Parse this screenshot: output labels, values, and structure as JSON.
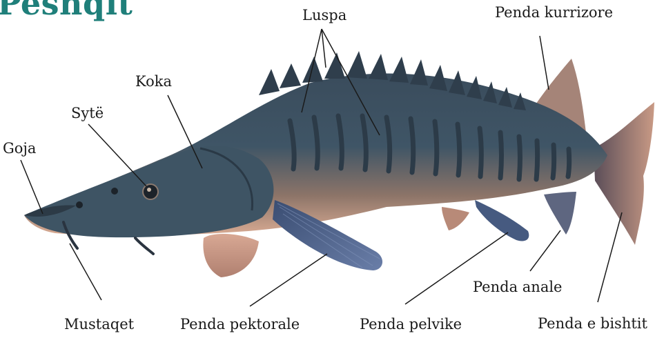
{
  "title": "Peshqit",
  "labels": {
    "luspa": "Luspa",
    "penda_kurrizore": "Penda kurrizore",
    "koka": "Koka",
    "syte": "Sytë",
    "goja": "Goja",
    "mustaqet": "Mustaqet",
    "penda_pektorale": "Penda pektorale",
    "penda_pelvike": "Penda pelvike",
    "penda_anale": "Penda anale",
    "penda_e_bishtit": "Penda e bishtit"
  },
  "colors": {
    "title": "#1f7f7a",
    "body_dark": "#2e4252",
    "body_light": "#c9a08c",
    "fin": "#4a5f86"
  }
}
